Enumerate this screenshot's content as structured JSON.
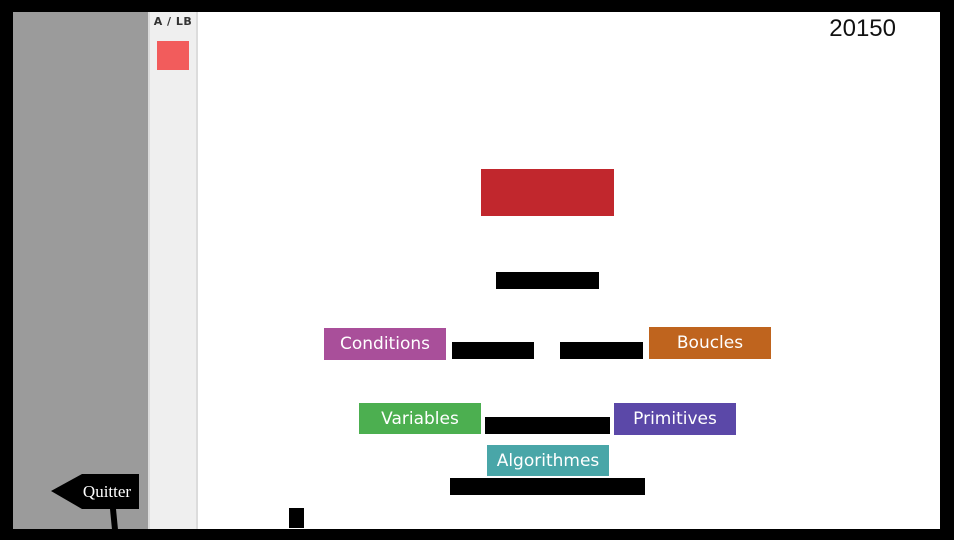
{
  "palette": {
    "label": "A / LB",
    "swatch_color": "#f25c5c"
  },
  "score": "20150",
  "top_block": {
    "color": "#c1272d"
  },
  "categories": {
    "conditions": {
      "label": "Conditions",
      "color": "#a94f9a"
    },
    "boucles": {
      "label": "Boucles",
      "color": "#bf641e"
    },
    "variables": {
      "label": "Variables",
      "color": "#4caf50"
    },
    "primitives": {
      "label": "Primitives",
      "color": "#5b48a8"
    },
    "algorithmes": {
      "label": "Algorithmes",
      "color": "#49a6a8"
    }
  },
  "quit_button": {
    "label": "Quitter"
  }
}
